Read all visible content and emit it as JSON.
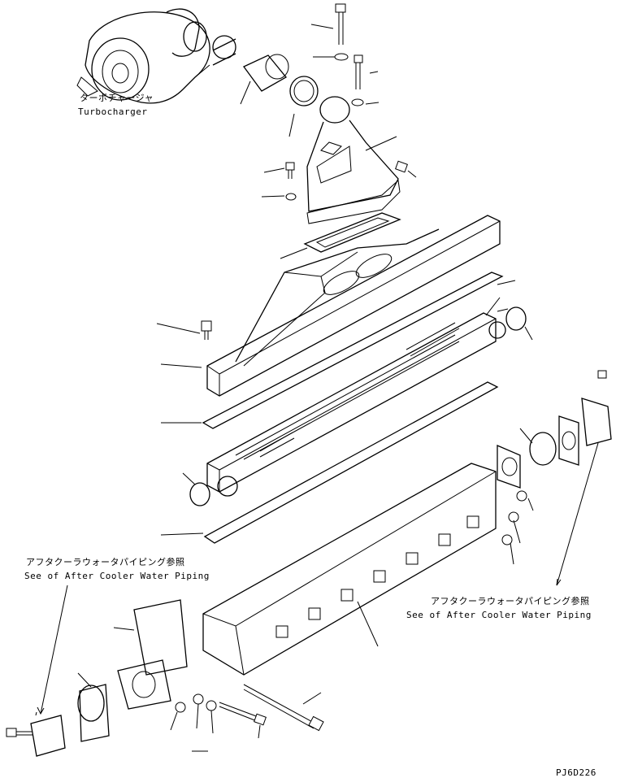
{
  "labels": {
    "turbo_jp": "ターボチャージャ",
    "turbo_en": "Turbocharger",
    "left_ref_jp": "アフタクーラウォータパイピング参照",
    "left_ref_en": "See of After Cooler Water Piping",
    "right_ref_jp": "アフタクーラウォータパイピング参照",
    "right_ref_en": "See of After Cooler Water Piping",
    "drawing_code": "PJ6D226"
  }
}
